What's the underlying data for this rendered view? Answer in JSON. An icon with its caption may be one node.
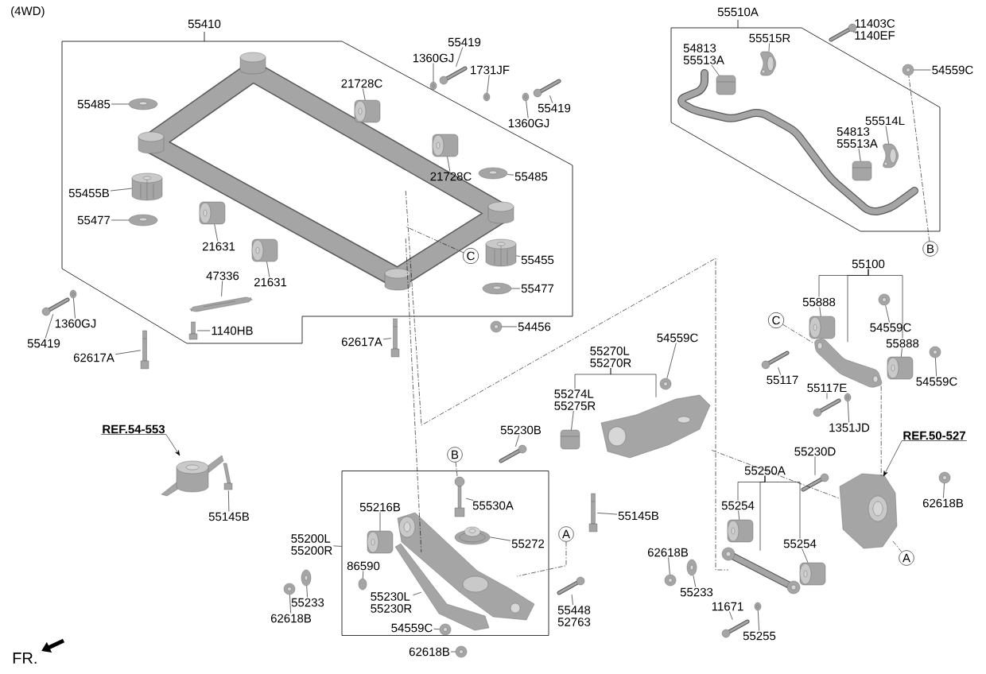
{
  "diagram": {
    "nodes": [
      {
        "text": [
          "55410"
        ]
      },
      {
        "text": [
          "55510A"
        ]
      },
      {
        "text": [],
        "shape": "box"
      },
      {
        "text": [],
        "shape": "picture",
        "in": 0
      },
      {
        "text": [
          "55485"
        ],
        "in": 0
      },
      {
        "text": [],
        "shape": "picture",
        "in": 0
      },
      {
        "text": [
          "55455B"
        ],
        "in": 0
      },
      {
        "text": [],
        "shape": "picture",
        "in": 0
      },
      {
        "text": [
          "55477"
        ],
        "in": 0
      },
      {
        "text": [],
        "shape": "picture",
        "in": 0
      },
      {
        "text": [
          "21728C"
        ],
        "in": 0
      },
      {
        "text": [],
        "shape": "picture",
        "in": 0
      },
      {
        "text": [
          "21728C"
        ],
        "in": 0
      },
      {
        "text": [],
        "shape": "picture",
        "in": 0
      },
      {
        "text": [
          "55485"
        ],
        "in": 0
      },
      {
        "text": [],
        "shape": "picture",
        "in": 0
      },
      {
        "text": [
          "55455"
        ],
        "in": 0
      },
      {
        "text": [],
        "shape": "picture",
        "in": 0
      },
      {
        "text": [
          "55477"
        ],
        "in": 0
      },
      {
        "text": [],
        "shape": "picture",
        "in": 0
      },
      {
        "text": [
          "21631"
        ],
        "in": 0
      },
      {
        "text": [],
        "shape": "picture",
        "in": 0
      },
      {
        "text": [
          "47336"
        ],
        "in": 0
      },
      {
        "text": [],
        "shape": "picture",
        "in": 0
      },
      {
        "text": [
          "21631"
        ],
        "in": 0
      },
      {
        "text": [],
        "shape": "picture",
        "in": 0
      },
      {
        "text": [
          "1140HB"
        ],
        "in": 0
      },
      {
        "text": [],
        "shape": "picture",
        "in": 0
      },
      {
        "text": [
          "C"
        ],
        "in": 0
      },
      {
        "text": [],
        "shape": "picture"
      },
      {
        "text": [
          "55419"
        ]
      },
      {
        "text": [],
        "shape": "picture"
      },
      {
        "text": [
          "1360GJ"
        ]
      },
      {
        "text": [],
        "shape": "picture"
      },
      {
        "text": [
          "1731JF"
        ]
      },
      {
        "text": [
          "55419"
        ]
      },
      {
        "text": [],
        "shape": "picture"
      },
      {
        "text": [
          "1360GJ"
        ]
      },
      {
        "text": [],
        "shape": "picture"
      },
      {
        "text": [
          "55419"
        ]
      },
      {
        "text": [],
        "shape": "picture"
      },
      {
        "text": [
          "1360GJ"
        ]
      },
      {
        "text": [],
        "shape": "picture"
      },
      {
        "text": [
          "62617A"
        ]
      },
      {
        "text": [],
        "shape": "picture"
      },
      {
        "text": [
          "62617A"
        ]
      },
      {
        "text": [],
        "shape": "picture"
      },
      {
        "text": [
          "54456"
        ]
      },
      {
        "text": [],
        "shape": "picture"
      },
      {
        "text": [
          "54813",
          "55513A"
        ],
        "in": 1
      },
      {
        "text": [],
        "shape": "picture",
        "in": 1
      },
      {
        "text": [
          "55515R"
        ],
        "in": 1
      },
      {
        "text": [],
        "shape": "picture",
        "in": 1
      },
      {
        "text": [
          "55514L"
        ],
        "in": 1
      },
      {
        "text": [
          "54813",
          "55513A"
        ],
        "in": 1
      },
      {
        "text": [],
        "shape": "picture",
        "in": 1
      },
      {
        "text": [],
        "shape": "picture",
        "in": 1
      },
      {
        "text": [
          "11403C",
          "1140EF"
        ]
      },
      {
        "text": [],
        "shape": "picture"
      },
      {
        "text": [
          "54559C"
        ]
      },
      {
        "text": [],
        "shape": "picture"
      },
      {
        "text": [
          "B"
        ]
      },
      {
        "text": [
          "REF.54-553"
        ]
      },
      {
        "text": [],
        "shape": "picture"
      },
      {
        "text": [
          "55145B"
        ]
      },
      {
        "text": [],
        "shape": "picture"
      },
      {
        "text": [
          "55200L",
          "55200R"
        ]
      },
      {
        "text": [
          "55216B"
        ],
        "in": 2
      },
      {
        "text": [],
        "shape": "picture",
        "in": 2
      },
      {
        "text": [
          "86590"
        ],
        "in": 2
      },
      {
        "text": [],
        "shape": "picture",
        "in": 2
      },
      {
        "text": [],
        "shape": "picture",
        "in": 2
      },
      {
        "text": [
          "55230L",
          "55230R"
        ],
        "in": 2
      },
      {
        "text": [
          "54559C"
        ],
        "in": 2
      },
      {
        "text": [],
        "shape": "picture",
        "in": 2
      },
      {
        "text": [],
        "shape": "picture",
        "in": 2
      },
      {
        "text": [
          "55530A"
        ],
        "in": 2
      },
      {
        "text": [],
        "shape": "picture",
        "in": 2
      },
      {
        "text": [
          "55272"
        ],
        "in": 2
      },
      {
        "text": [
          "B"
        ]
      },
      {
        "text": [
          "A"
        ]
      },
      {
        "text": [
          "55230B"
        ]
      },
      {
        "text": [],
        "shape": "picture"
      },
      {
        "text": [
          "55448",
          "52763"
        ]
      },
      {
        "text": [],
        "shape": "picture"
      },
      {
        "text": [
          "62618B"
        ]
      },
      {
        "text": [],
        "shape": "picture"
      },
      {
        "text": [
          "55233"
        ]
      },
      {
        "text": [],
        "shape": "picture"
      },
      {
        "text": [
          "62618B"
        ]
      },
      {
        "text": [],
        "shape": "picture"
      },
      {
        "text": [
          "55270L",
          "55270R"
        ]
      },
      {
        "text": [
          "55274L",
          "55275R"
        ]
      },
      {
        "text": [],
        "shape": "picture"
      },
      {
        "text": [],
        "shape": "picture"
      },
      {
        "text": [
          "54559C"
        ]
      },
      {
        "text": [],
        "shape": "picture"
      },
      {
        "text": [
          "55145B"
        ]
      },
      {
        "text": [],
        "shape": "picture"
      },
      {
        "text": [
          "55100"
        ]
      },
      {
        "text": [
          "55888"
        ]
      },
      {
        "text": [],
        "shape": "picture"
      },
      {
        "text": [
          "C"
        ]
      },
      {
        "text": [],
        "shape": "picture"
      },
      {
        "text": [
          "54559C"
        ]
      },
      {
        "text": [],
        "shape": "picture"
      },
      {
        "text": [
          "55888"
        ]
      },
      {
        "text": [],
        "shape": "picture"
      },
      {
        "text": [
          "54559C"
        ]
      },
      {
        "text": [],
        "shape": "picture"
      },
      {
        "text": [
          "55117"
        ]
      },
      {
        "text": [],
        "shape": "picture"
      },
      {
        "text": [
          "55117E"
        ]
      },
      {
        "text": [],
        "shape": "picture"
      },
      {
        "text": [
          "1351JD"
        ]
      },
      {
        "text": [],
        "shape": "picture"
      },
      {
        "text": [
          "REF.50-527"
        ]
      },
      {
        "text": [],
        "shape": "picture"
      },
      {
        "text": [
          "62618B"
        ]
      },
      {
        "text": [],
        "shape": "picture"
      },
      {
        "text": [
          "A"
        ]
      },
      {
        "text": [
          "55230D"
        ]
      },
      {
        "text": [],
        "shape": "picture"
      },
      {
        "text": [
          "55250A"
        ]
      },
      {
        "text": [
          "55254"
        ]
      },
      {
        "text": [],
        "shape": "picture"
      },
      {
        "text": [],
        "shape": "picture"
      },
      {
        "text": [
          "55254"
        ]
      },
      {
        "text": [],
        "shape": "picture"
      },
      {
        "text": [
          "62618B"
        ]
      },
      {
        "text": [],
        "shape": "picture"
      },
      {
        "text": [
          "55233"
        ]
      },
      {
        "text": [],
        "shape": "picture"
      },
      {
        "text": [
          "11671"
        ]
      },
      {
        "text": [],
        "shape": "picture"
      },
      {
        "text": [
          "55255"
        ]
      },
      {
        "text": [],
        "shape": "picture"
      }
    ],
    "edges": [
      {
        "from": 4,
        "to": 5,
        "arrow": "none"
      },
      {
        "from": 6,
        "to": 7,
        "arrow": "none"
      },
      {
        "from": 8,
        "to": 9,
        "arrow": "none"
      },
      {
        "from": 10,
        "to": 11,
        "arrow": "none"
      },
      {
        "from": 12,
        "to": 13,
        "arrow": "none"
      },
      {
        "from": 14,
        "to": 15,
        "arrow": "none"
      },
      {
        "from": 16,
        "to": 17,
        "arrow": "none"
      },
      {
        "from": 18,
        "to": 19,
        "arrow": "none"
      },
      {
        "from": 20,
        "to": 21,
        "arrow": "none"
      },
      {
        "from": 22,
        "to": 23,
        "arrow": "none"
      },
      {
        "from": 24,
        "to": 25,
        "arrow": "none"
      },
      {
        "from": 26,
        "to": 27,
        "arrow": "none"
      },
      {
        "from": 28,
        "to": 3,
        "arrow": "none",
        "style": "dashed"
      },
      {
        "from": 30,
        "to": 31,
        "arrow": "none"
      },
      {
        "from": 32,
        "to": 33,
        "arrow": "none"
      },
      {
        "from": 34,
        "to": 29,
        "arrow": "none"
      },
      {
        "from": 35,
        "to": 36,
        "arrow": "none"
      },
      {
        "from": 37,
        "to": 38,
        "arrow": "none"
      },
      {
        "from": 39,
        "to": 40,
        "arrow": "none"
      },
      {
        "from": 41,
        "to": 42,
        "arrow": "none"
      },
      {
        "from": 43,
        "to": 44,
        "arrow": "none"
      },
      {
        "from": 45,
        "to": 46,
        "arrow": "none"
      },
      {
        "from": 47,
        "to": 48,
        "arrow": "none"
      },
      {
        "from": 49,
        "to": 50,
        "arrow": "none"
      },
      {
        "from": 51,
        "to": 52,
        "arrow": "none"
      },
      {
        "from": 53,
        "to": 56,
        "arrow": "none"
      },
      {
        "from": 54,
        "to": 55,
        "arrow": "none"
      },
      {
        "from": 57,
        "to": 58,
        "arrow": "none"
      },
      {
        "from": 59,
        "to": 60,
        "arrow": "none"
      },
      {
        "from": 61,
        "to": 60,
        "arrow": "none",
        "style": "dashed"
      },
      {
        "from": 62,
        "to": 63,
        "arrow": "to"
      },
      {
        "from": 64,
        "to": 65,
        "arrow": "none"
      },
      {
        "from": 66,
        "to": 2,
        "arrow": "none"
      },
      {
        "from": 67,
        "to": 68,
        "arrow": "none"
      },
      {
        "from": 69,
        "to": 70,
        "arrow": "none"
      },
      {
        "from": 72,
        "to": 71,
        "arrow": "none"
      },
      {
        "from": 73,
        "to": 74,
        "arrow": "none"
      },
      {
        "from": 76,
        "to": 75,
        "arrow": "none"
      },
      {
        "from": 78,
        "to": 77,
        "arrow": "none"
      },
      {
        "from": 79,
        "to": 75,
        "arrow": "none",
        "style": "dashed"
      },
      {
        "from": 80,
        "to": 71,
        "arrow": "none",
        "style": "dashed"
      },
      {
        "from": 81,
        "to": 82,
        "arrow": "none"
      },
      {
        "from": 83,
        "to": 84,
        "arrow": "none"
      },
      {
        "from": 85,
        "to": 86,
        "arrow": "none"
      },
      {
        "from": 87,
        "to": 88,
        "arrow": "none"
      },
      {
        "from": 89,
        "to": 90,
        "arrow": "none"
      },
      {
        "from": 91,
        "to": 92,
        "arrow": "none"
      },
      {
        "from": 91,
        "to": 94,
        "arrow": "none"
      },
      {
        "from": 92,
        "to": 93,
        "arrow": "none"
      },
      {
        "from": 95,
        "to": 96,
        "arrow": "none"
      },
      {
        "from": 97,
        "to": 98,
        "arrow": "none"
      },
      {
        "from": 99,
        "to": 100,
        "arrow": "none"
      },
      {
        "from": 99,
        "to": 103,
        "arrow": "none"
      },
      {
        "from": 99,
        "to": 106,
        "arrow": "none"
      },
      {
        "from": 100,
        "to": 101,
        "arrow": "none"
      },
      {
        "from": 102,
        "to": 103,
        "arrow": "none",
        "style": "dashed"
      },
      {
        "from": 104,
        "to": 105,
        "arrow": "none"
      },
      {
        "from": 106,
        "to": 107,
        "arrow": "none"
      },
      {
        "from": 108,
        "to": 109,
        "arrow": "none"
      },
      {
        "from": 110,
        "to": 111,
        "arrow": "none"
      },
      {
        "from": 112,
        "to": 113,
        "arrow": "none"
      },
      {
        "from": 114,
        "to": 115,
        "arrow": "none"
      },
      {
        "from": 116,
        "to": 117,
        "arrow": "to"
      },
      {
        "from": 118,
        "to": 119,
        "arrow": "none"
      },
      {
        "from": 120,
        "to": 117,
        "arrow": "none",
        "style": "dashed"
      },
      {
        "from": 121,
        "to": 122,
        "arrow": "none"
      },
      {
        "from": 123,
        "to": 124,
        "arrow": "none"
      },
      {
        "from": 123,
        "to": 126,
        "arrow": "none"
      },
      {
        "from": 123,
        "to": 127,
        "arrow": "none"
      },
      {
        "from": 124,
        "to": 125,
        "arrow": "none"
      },
      {
        "from": 127,
        "to": 128,
        "arrow": "none"
      },
      {
        "from": 129,
        "to": 130,
        "arrow": "none"
      },
      {
        "from": 131,
        "to": 132,
        "arrow": "none"
      },
      {
        "from": 133,
        "to": 134,
        "arrow": "none"
      },
      {
        "from": 135,
        "to": 136,
        "arrow": "none"
      },
      {
        "from": 3,
        "to": 71,
        "arrow": "none",
        "style": "dashed"
      },
      {
        "from": 3,
        "to": 126,
        "arrow": "none",
        "style": "dashed"
      },
      {
        "from": 94,
        "to": 117,
        "arrow": "none",
        "style": "dashed"
      },
      {
        "from": 103,
        "to": 117,
        "arrow": "none",
        "style": "dashed"
      }
    ],
    "labels": [
      "(4WD)",
      "FR."
    ]
  }
}
